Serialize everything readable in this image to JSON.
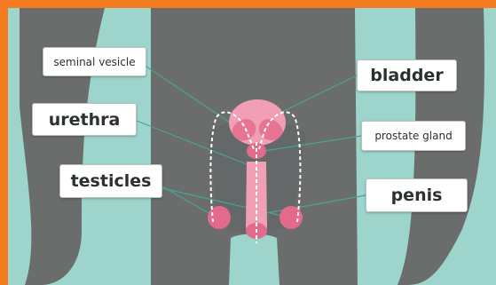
{
  "diagram": {
    "labels": {
      "seminal_vesicle": "seminal vesicle",
      "urethra": "urethra",
      "testicles": "testicles",
      "bladder": "bladder",
      "prostate_gland": "prostate gland",
      "penis": "penis"
    }
  },
  "colors": {
    "frame_orange": "#f47b20",
    "background_teal": "#9dd4cb",
    "body_grey": "#6b6d6d",
    "organ_pink": "#f09fb5",
    "organ_dark_pink": "#e46a8c",
    "leader_line": "#4aa394",
    "duct_white": "#ffffff"
  }
}
